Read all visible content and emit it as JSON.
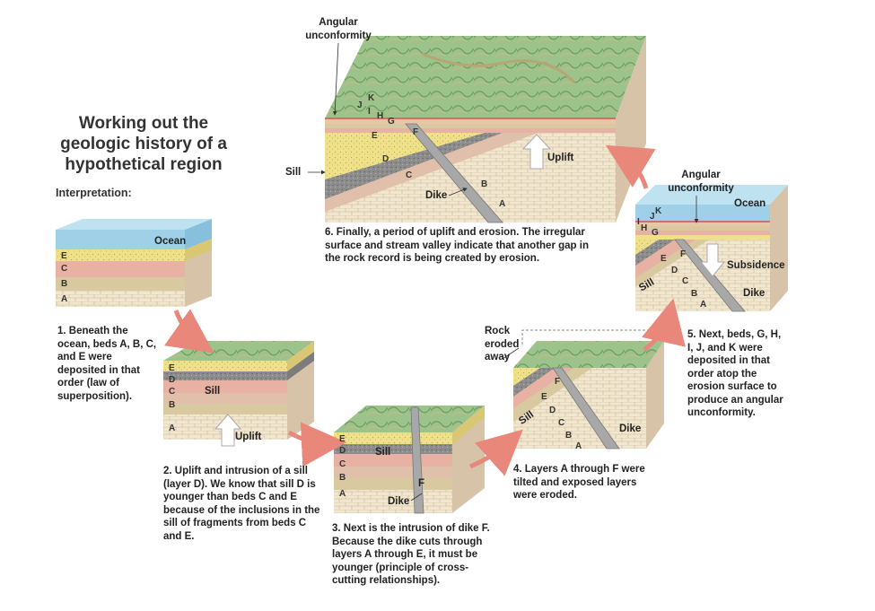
{
  "title": "Working out the geologic history of a hypothetical region",
  "interpretation_label": "Interpretation:",
  "steps": [
    {
      "caption": "1. Beneath the ocean, beds A, B, C, and E were deposited in that order (law of superposition).",
      "ocean": "Ocean",
      "bed_labels": [
        "E",
        "C",
        "B",
        "A"
      ]
    },
    {
      "caption": "2. Uplift and intrusion of a sill (layer D). We know that sill D is younger than beds C and E because of the inclusions in the sill of fragments from beds C and E.",
      "sill": "Sill",
      "uplift": "Uplift",
      "bed_labels": [
        "E",
        "D",
        "C",
        "B",
        "A"
      ]
    },
    {
      "caption": "3. Next is the intrusion of dike F. Because the dike cuts through layers A through E, it must be younger (principle of cross-cutting relationships).",
      "sill": "Sill",
      "dike": "Dike",
      "f": "F",
      "bed_labels": [
        "E",
        "D",
        "C",
        "B",
        "A"
      ]
    },
    {
      "caption": "4. Layers A through F were tilted and exposed layers were eroded.",
      "rock_eroded": "Rock eroded away",
      "dike": "Dike",
      "sill": "Sill",
      "bed_labels": [
        "F",
        "E",
        "D",
        "C",
        "B",
        "A"
      ]
    },
    {
      "caption": "5. Next, beds, G, H, I, J, and K were deposited in that order atop the erosion surface to produce an angular unconformity.",
      "angular": "Angular unconformity",
      "ocean": "Ocean",
      "subsidence": "Subsidence",
      "dike": "Dike",
      "sill": "Sill",
      "bed_labels": [
        "K",
        "J",
        "I",
        "H",
        "G",
        "F",
        "E",
        "D",
        "C",
        "B",
        "A"
      ]
    },
    {
      "caption": "6. Finally, a period of uplift and erosion. The irregular surface and stream valley indicate that another gap in the rock record is being created by erosion.",
      "angular": "Angular unconformity",
      "sill": "Sill",
      "uplift": "Uplift",
      "dike": "Dike",
      "bed_labels": [
        "K",
        "J",
        "I",
        "H",
        "G",
        "E",
        "F",
        "D",
        "C",
        "B",
        "A"
      ]
    }
  ],
  "colors": {
    "ocean": "#9fd0e8",
    "sand": "#efe08a",
    "pink": "#e7b2a4",
    "tan": "#d9c9a0",
    "sill": "#8e8e8e",
    "basement": "#efe3cc",
    "arrow": "#e8877a",
    "grass": "#8cb67a"
  }
}
